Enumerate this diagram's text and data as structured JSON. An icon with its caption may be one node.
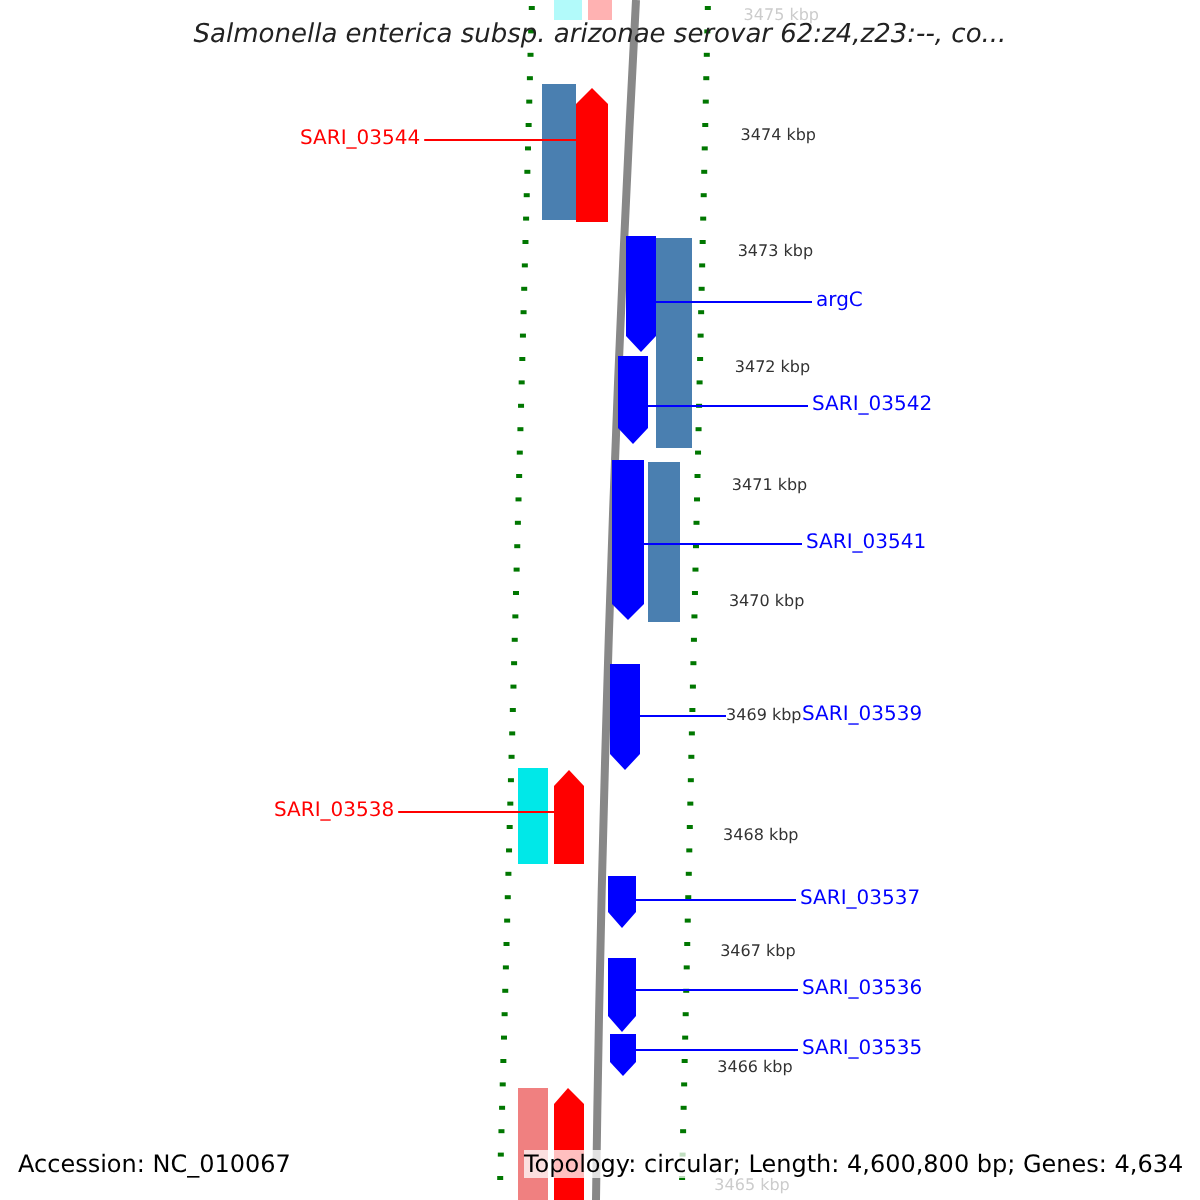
{
  "diagram": {
    "title": "Salmonella enterica subsp. arizonae serovar 62:z4,z23:--, co...",
    "nodes": [
      {
        "text": [
          "SARI_03544"
        ]
      },
      {
        "text": [],
        "shape": "bar"
      },
      {
        "text": [
          "argC"
        ]
      },
      {
        "text": [],
        "shape": "bar"
      },
      {
        "text": [
          "SARI_03542"
        ]
      },
      {
        "text": [],
        "shape": "bar"
      },
      {
        "text": [
          "SARI_03541"
        ]
      },
      {
        "text": [],
        "shape": "bar"
      },
      {
        "text": [
          "SARI_03539"
        ]
      },
      {
        "text": [],
        "shape": "bar"
      },
      {
        "text": [
          "SARI_03538"
        ]
      },
      {
        "text": [],
        "shape": "bar"
      },
      {
        "text": [
          "SARI_03537"
        ]
      },
      {
        "text": [],
        "shape": "bar"
      },
      {
        "text": [
          "SARI_03536"
        ]
      },
      {
        "text": [],
        "shape": "bar"
      },
      {
        "text": [
          "SARI_03535"
        ]
      },
      {
        "text": [],
        "shape": "bar"
      }
    ],
    "edges": [
      {
        "from": 0,
        "to": 1,
        "arrow": "none",
        "color": "#ff0000"
      },
      {
        "from": 2,
        "to": 3,
        "arrow": "none"
      },
      {
        "from": 4,
        "to": 5,
        "arrow": "none"
      },
      {
        "from": 6,
        "to": 7,
        "arrow": "none"
      },
      {
        "from": 8,
        "to": 9,
        "arrow": "none"
      },
      {
        "from": 10,
        "to": 11,
        "arrow": "none",
        "color": "#ff0000"
      },
      {
        "from": 12,
        "to": 13,
        "arrow": "none"
      },
      {
        "from": 14,
        "to": 15,
        "arrow": "none"
      },
      {
        "from": 16,
        "to": 17,
        "arrow": "none"
      }
    ],
    "labels": [
      "3475 kbp",
      "3474 kbp",
      "3473 kbp",
      "3472 kbp",
      "3471 kbp",
      "3470 kbp",
      "3469 kbp",
      "3468 kbp",
      "3467 kbp",
      "3466 kbp",
      "3465 kbp",
      "Accession: NC_010067",
      "Topology: circular; Length: 4,600,800 bp; Genes: 4,634"
    ]
  }
}
